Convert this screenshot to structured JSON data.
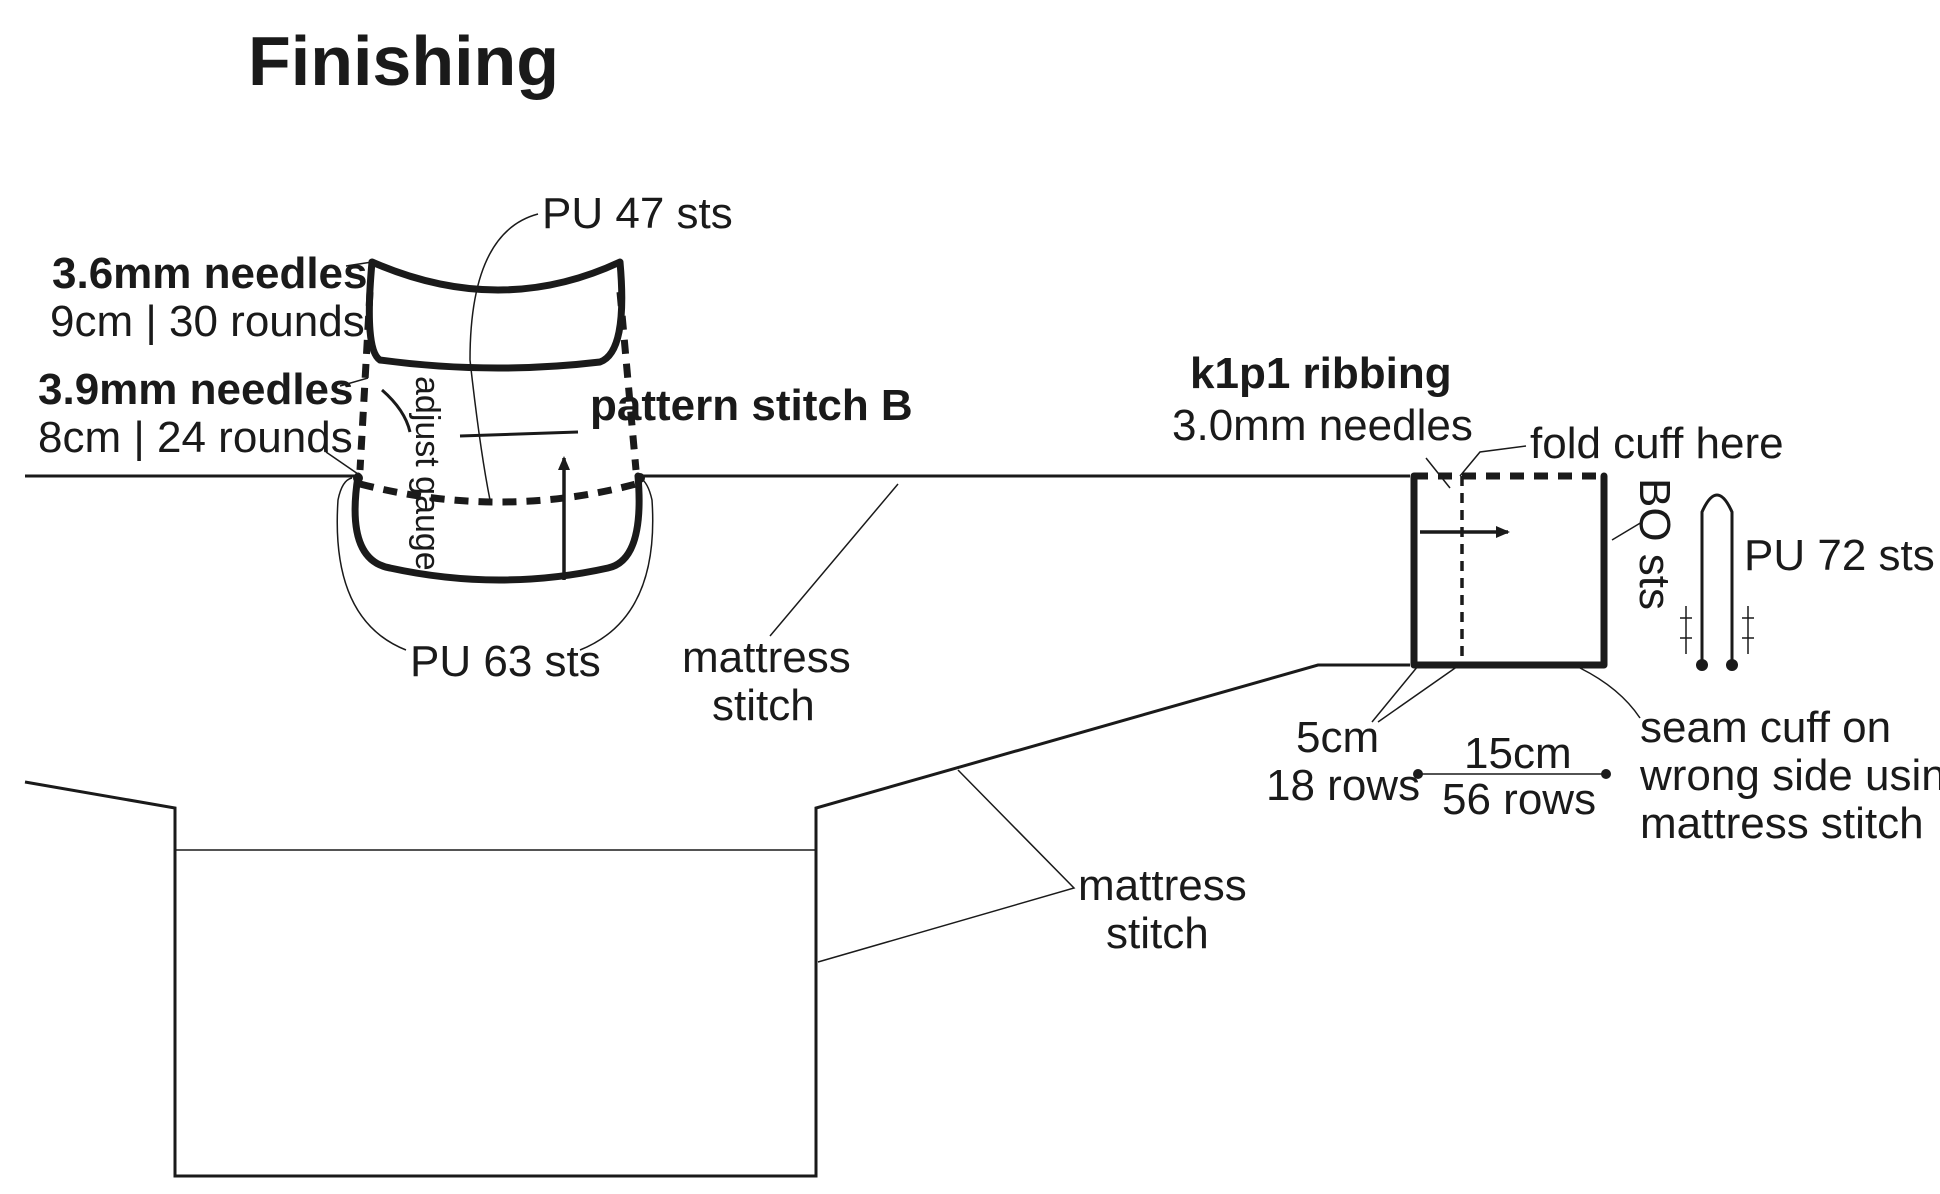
{
  "title": "Finishing",
  "collar": {
    "pu_top": "PU 47 sts",
    "needles_top": "3.6mm needles",
    "needles_top_detail": "9cm | 30 rounds",
    "needles_bottom": "3.9mm needles",
    "needles_bottom_detail": "8cm | 24 rounds",
    "adjust_gauge": "adjust gauge",
    "pattern": "pattern stitch B",
    "pu_bottom": "PU 63 sts"
  },
  "body": {
    "mattress_upper_line1": "mattress",
    "mattress_upper_line2": "stitch",
    "mattress_lower_line1": "mattress",
    "mattress_lower_line2": "stitch"
  },
  "cuff": {
    "ribbing": "k1p1 ribbing",
    "needles": "3.0mm needles",
    "fold": "fold cuff here",
    "bo": "BO sts",
    "pu": "PU 72 sts",
    "width_cm": "5cm",
    "width_rows": "18 rows",
    "length_cm": "15cm",
    "length_rows": "56 rows",
    "seam_line1": "seam cuff on",
    "seam_line2": "wrong side using",
    "seam_line3": "mattress stitch"
  }
}
